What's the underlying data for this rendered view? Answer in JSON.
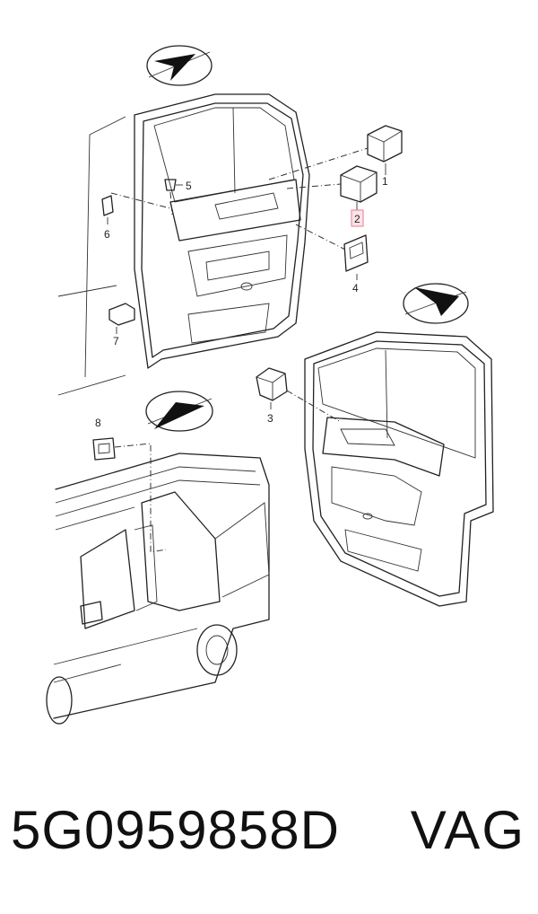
{
  "diagram": {
    "callouts": [
      {
        "id": "1",
        "label": "1"
      },
      {
        "id": "2",
        "label": "2",
        "highlighted": true
      },
      {
        "id": "3",
        "label": "3"
      },
      {
        "id": "4",
        "label": "4"
      },
      {
        "id": "5",
        "label": "5"
      },
      {
        "id": "6",
        "label": "6"
      },
      {
        "id": "7",
        "label": "7"
      },
      {
        "id": "8",
        "label": "8"
      }
    ],
    "highlight_color": "#e08090",
    "line_color": "#222222"
  },
  "footer": {
    "part_number": "5G0959858D",
    "brand": "VAG"
  }
}
